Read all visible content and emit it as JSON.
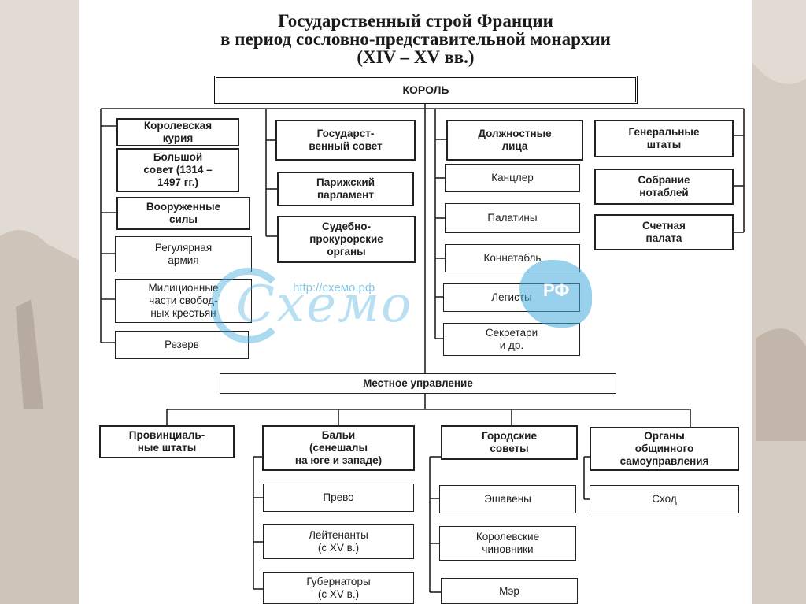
{
  "title": {
    "line1": "Государственный строй Франции",
    "line2": "в период сословно-представительной монархии",
    "line3": "(XIV – XV вв.)"
  },
  "king": "КОРОЛЬ",
  "central": {
    "col1": {
      "curia": "Королевская\nкурия",
      "big_council": "Большой\nсовет (1314 –\n1497 гг.)",
      "armed_forces": "Вооруженные\nсилы",
      "regular_army": "Регулярная\nармия",
      "militia": "Милиционные\nчасти свобод-\nных крестьян",
      "reserve": "Резерв"
    },
    "col2": {
      "state_council": "Государст-\nвенный совет",
      "paris_parliament": "Парижский\nпарламент",
      "judicial": "Судебно-\nпрокурорские\nорганы"
    },
    "col3": {
      "officials": "Должностные\nлица",
      "chancellor": "Канцлер",
      "palatines": "Палатины",
      "constable": "Коннетабль",
      "legists": "Легисты",
      "secretaries": "Секретари\nи др."
    },
    "col4": {
      "estates_general": "Генеральные\nштаты",
      "notables": "Собрание\nнотаблей",
      "accounts_chamber": "Счетная\nпалата"
    }
  },
  "local": {
    "header": "Местное управление",
    "provincial_states": "Провинциаль-\nные штаты",
    "bailiffs": "Бальи\n(сенешалы\nна юге и западе)",
    "prevot": "Прево",
    "lieutenants": "Лейтенанты\n(с XV в.)",
    "governors": "Губернаторы\n(с XV в.)",
    "city_councils": "Городские\nсоветы",
    "echevins": "Эшавены",
    "royal_officials": "Королевские\nчиновники",
    "mayor": "Мэр",
    "communal": "Органы\nобщинного\nсамоуправления",
    "assembly": "Сход"
  },
  "watermark": {
    "url": "http://схемо.рф",
    "word": "Схемо",
    "badge": "РФ"
  },
  "colors": {
    "watermark": "#46aadc",
    "background_photo": "#d8cfc6"
  }
}
